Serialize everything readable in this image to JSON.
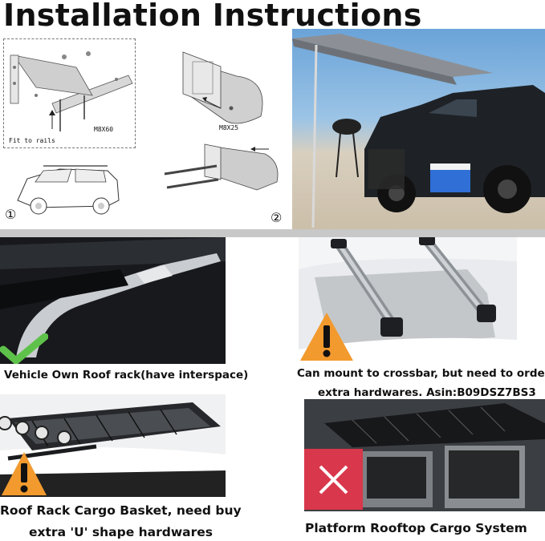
{
  "header": {
    "title": "Installation Instructions"
  },
  "diagram": {
    "label_bolt_1": "M8X60",
    "label_fit": "Fit to rails",
    "label_bolt_2": "M8X25",
    "step_1": "①",
    "step_2": "②"
  },
  "captions": {
    "own_rack": "Vehicle Own Roof rack(have interspace)",
    "crossbar_line1": "Can mount to crossbar, but need to order",
    "crossbar_line2": "extra hardwares. Asin:B09DSZ7BS3",
    "basket_line1": "Roof Rack Cargo Basket, need buy",
    "basket_line2": "extra 'U' shape hardwares",
    "platform": "Platform Rooftop Cargo System"
  },
  "colors": {
    "check_green": "#5ec24a",
    "warning_orange": "#f29a2e",
    "cross_red": "#d9374b",
    "divider_gray": "#c8c8c8"
  },
  "icons": [
    "check-icon",
    "warning-icon",
    "warning-icon",
    "cross-icon"
  ]
}
